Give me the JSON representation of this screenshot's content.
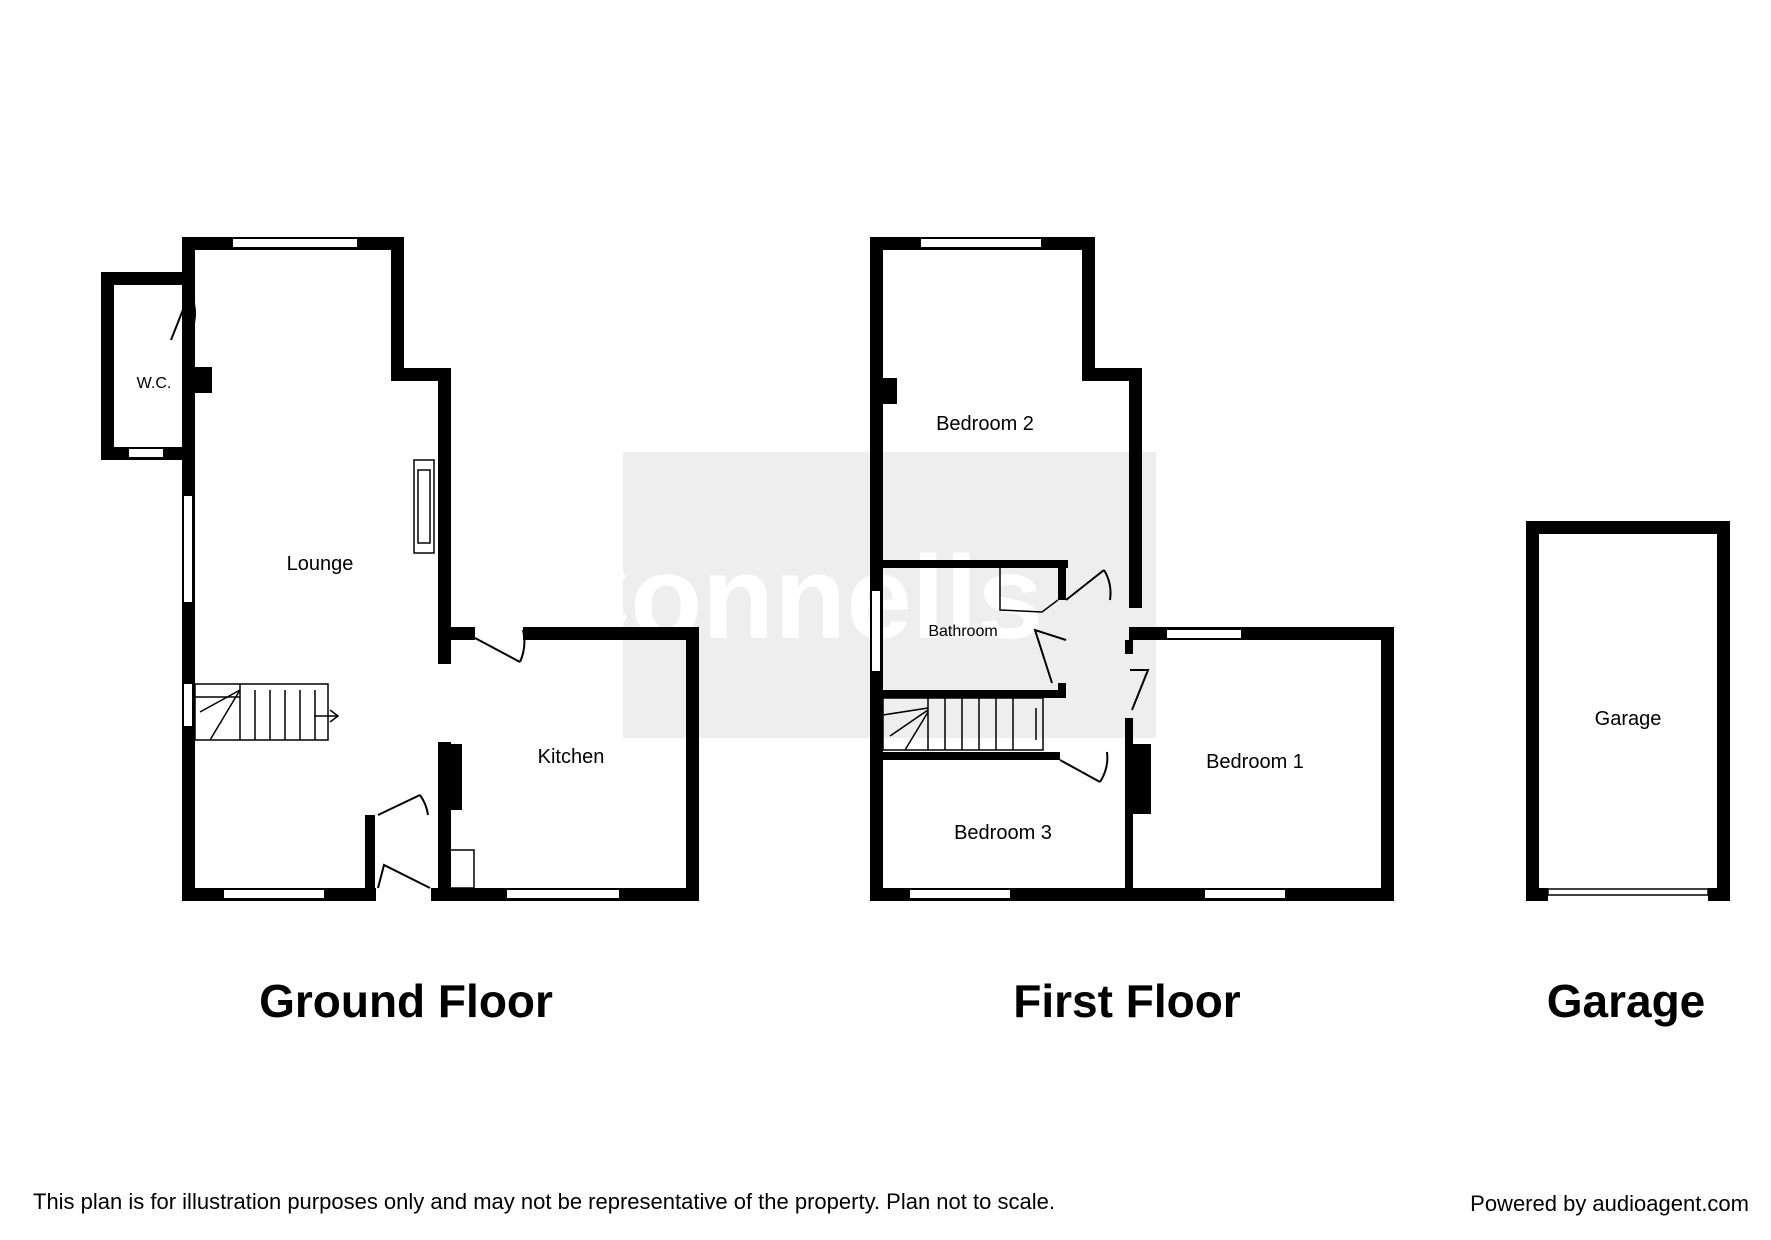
{
  "watermark": {
    "text": "Connells",
    "box_color": "#eeeeee"
  },
  "floors": {
    "ground": {
      "title": "Ground Floor",
      "rooms": {
        "wc": "W.C.",
        "lounge": "Lounge",
        "kitchen": "Kitchen"
      }
    },
    "first": {
      "title": "First Floor",
      "rooms": {
        "bedroom2": "Bedroom 2",
        "bathroom": "Bathroom",
        "bedroom3": "Bedroom 3",
        "bedroom1": "Bedroom 1"
      }
    },
    "garage": {
      "title": "Garage",
      "rooms": {
        "garage": "Garage"
      }
    }
  },
  "footer": {
    "disclaimer": "This plan is for illustration purposes only and may not be representative of the property. Plan not to scale.",
    "powered_by": "Powered by audioagent.com"
  },
  "colors": {
    "wall": "#000000",
    "background": "#ffffff",
    "fixture": "#888888"
  }
}
